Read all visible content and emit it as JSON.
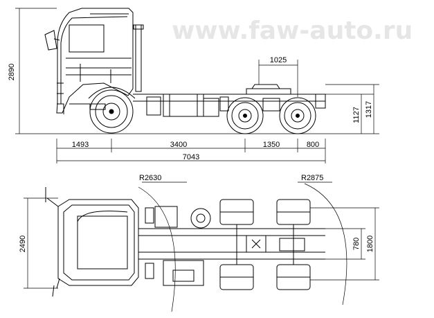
{
  "watermark": "www.faw-auto.ru",
  "side_view": {
    "height_total": "2890",
    "fifth_wheel_offset": "1025",
    "fifth_wheel_height": "1127",
    "frame_height": "1317",
    "front_overhang": "1493",
    "wheelbase": "3400",
    "tandem_spacing": "1350",
    "rear_overhang": "800",
    "overall_length": "7043"
  },
  "top_view": {
    "turn_radius_front": "R2630",
    "turn_radius_rear": "R2875",
    "overall_width": "2490",
    "frame_width": "780",
    "track_width": "1800"
  }
}
